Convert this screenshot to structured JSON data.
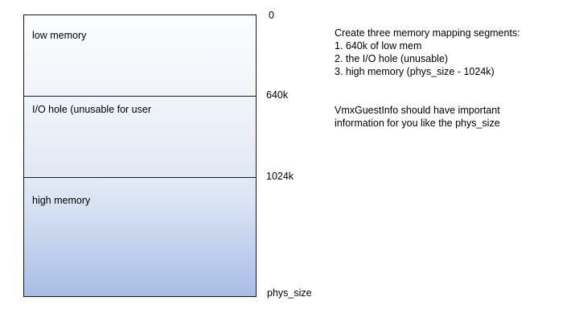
{
  "segments": {
    "low": "low memory",
    "io": "I/O hole (unusable for user",
    "high": "high memory"
  },
  "addresses": {
    "start": "0",
    "k640": "640k",
    "k1024": "1024k",
    "end": "phys_size"
  },
  "notes": {
    "instructions": {
      "heading": "Create three  memory mapping segments:",
      "items": [
        "1. 640k of low mem",
        "2. the I/O hole (unusable)",
        "3.  high memory (phys_size - 1024k)"
      ]
    },
    "tip": {
      "lines": [
        "VmxGuestInfo should have important",
        "information for you like the phys_size"
      ]
    }
  },
  "colors": {
    "gradient_top": "#fbfcfe",
    "gradient_bottom": "#a8bde6",
    "border": "#1a1a1a"
  }
}
